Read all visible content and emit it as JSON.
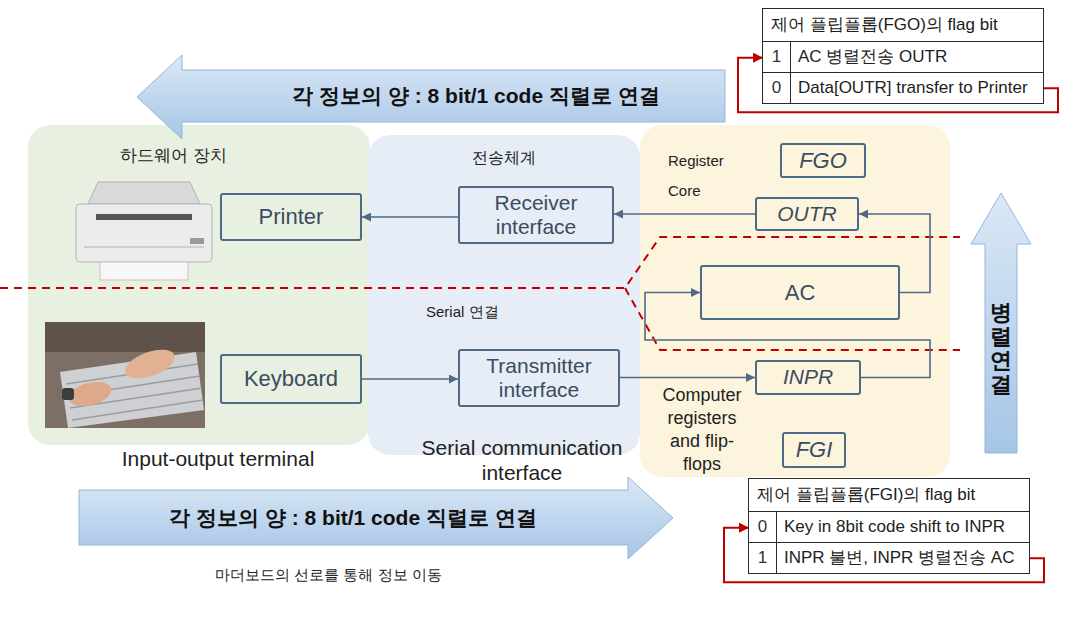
{
  "diagram": {
    "nodes": [
      {
        "text": [
          "제어 플립플롭(FGO)의 flag bit"
        ]
      },
      {
        "text": [
          "1",
          "AC 병렬전송 OUTR"
        ],
        "in": 0
      },
      {
        "text": [
          "0",
          "Data[OUTR] transfer to Printer"
        ],
        "in": 0
      },
      {
        "text": [
          "각 정보의 양 : 8 bit/1 code 직렬로 연결"
        ]
      },
      {
        "text": [
          "하드웨어 장치",
          "Input-output terminal"
        ]
      },
      {
        "text": [
          "Printer"
        ],
        "in": 4
      },
      {
        "text": [
          "Keyboard"
        ],
        "in": 4
      },
      {
        "text": [
          "전송체계",
          "Serial 연결",
          "Serial communication interface"
        ]
      },
      {
        "text": [
          "Receiver interface"
        ],
        "in": 7
      },
      {
        "text": [
          "Transmitter interface"
        ],
        "in": 7
      },
      {
        "text": [
          "Register Core",
          "Computer registers and flip-flops"
        ]
      },
      {
        "text": [
          "FGO"
        ],
        "in": 10
      },
      {
        "text": [
          "OUTR"
        ],
        "in": 10
      },
      {
        "text": [
          "AC"
        ],
        "in": 10
      },
      {
        "text": [
          "INPR"
        ],
        "in": 10
      },
      {
        "text": [
          "FGI"
        ],
        "in": 10
      },
      {
        "text": [
          "병렬연결"
        ]
      },
      {
        "text": [
          "각 정보의 양 : 8 bit/1 code 직렬로 연결"
        ]
      },
      {
        "text": [
          "제어 플립플롭(FGI)의 flag bit"
        ]
      },
      {
        "text": [
          "0",
          "Key in 8bit code shift to INPR"
        ],
        "in": 18
      },
      {
        "text": [
          "1",
          "INPR 불변, INPR 병렬전송 AC"
        ],
        "in": 18
      }
    ],
    "edges": [
      {
        "from": 6,
        "to": 9,
        "arrow": "to"
      },
      {
        "from": 9,
        "to": 14,
        "arrow": "to"
      },
      {
        "from": 14,
        "to": 13,
        "arrow": "to"
      },
      {
        "from": 13,
        "to": 12,
        "arrow": "to"
      },
      {
        "from": 12,
        "to": 8,
        "arrow": "to"
      },
      {
        "from": 8,
        "to": 5,
        "arrow": "to"
      },
      {
        "from": 2,
        "to": 1,
        "arrow": "to"
      },
      {
        "from": 20,
        "to": 19,
        "arrow": "to"
      }
    ],
    "labels": [
      "마더보드의 선로를 통해 정보 이동"
    ]
  }
}
